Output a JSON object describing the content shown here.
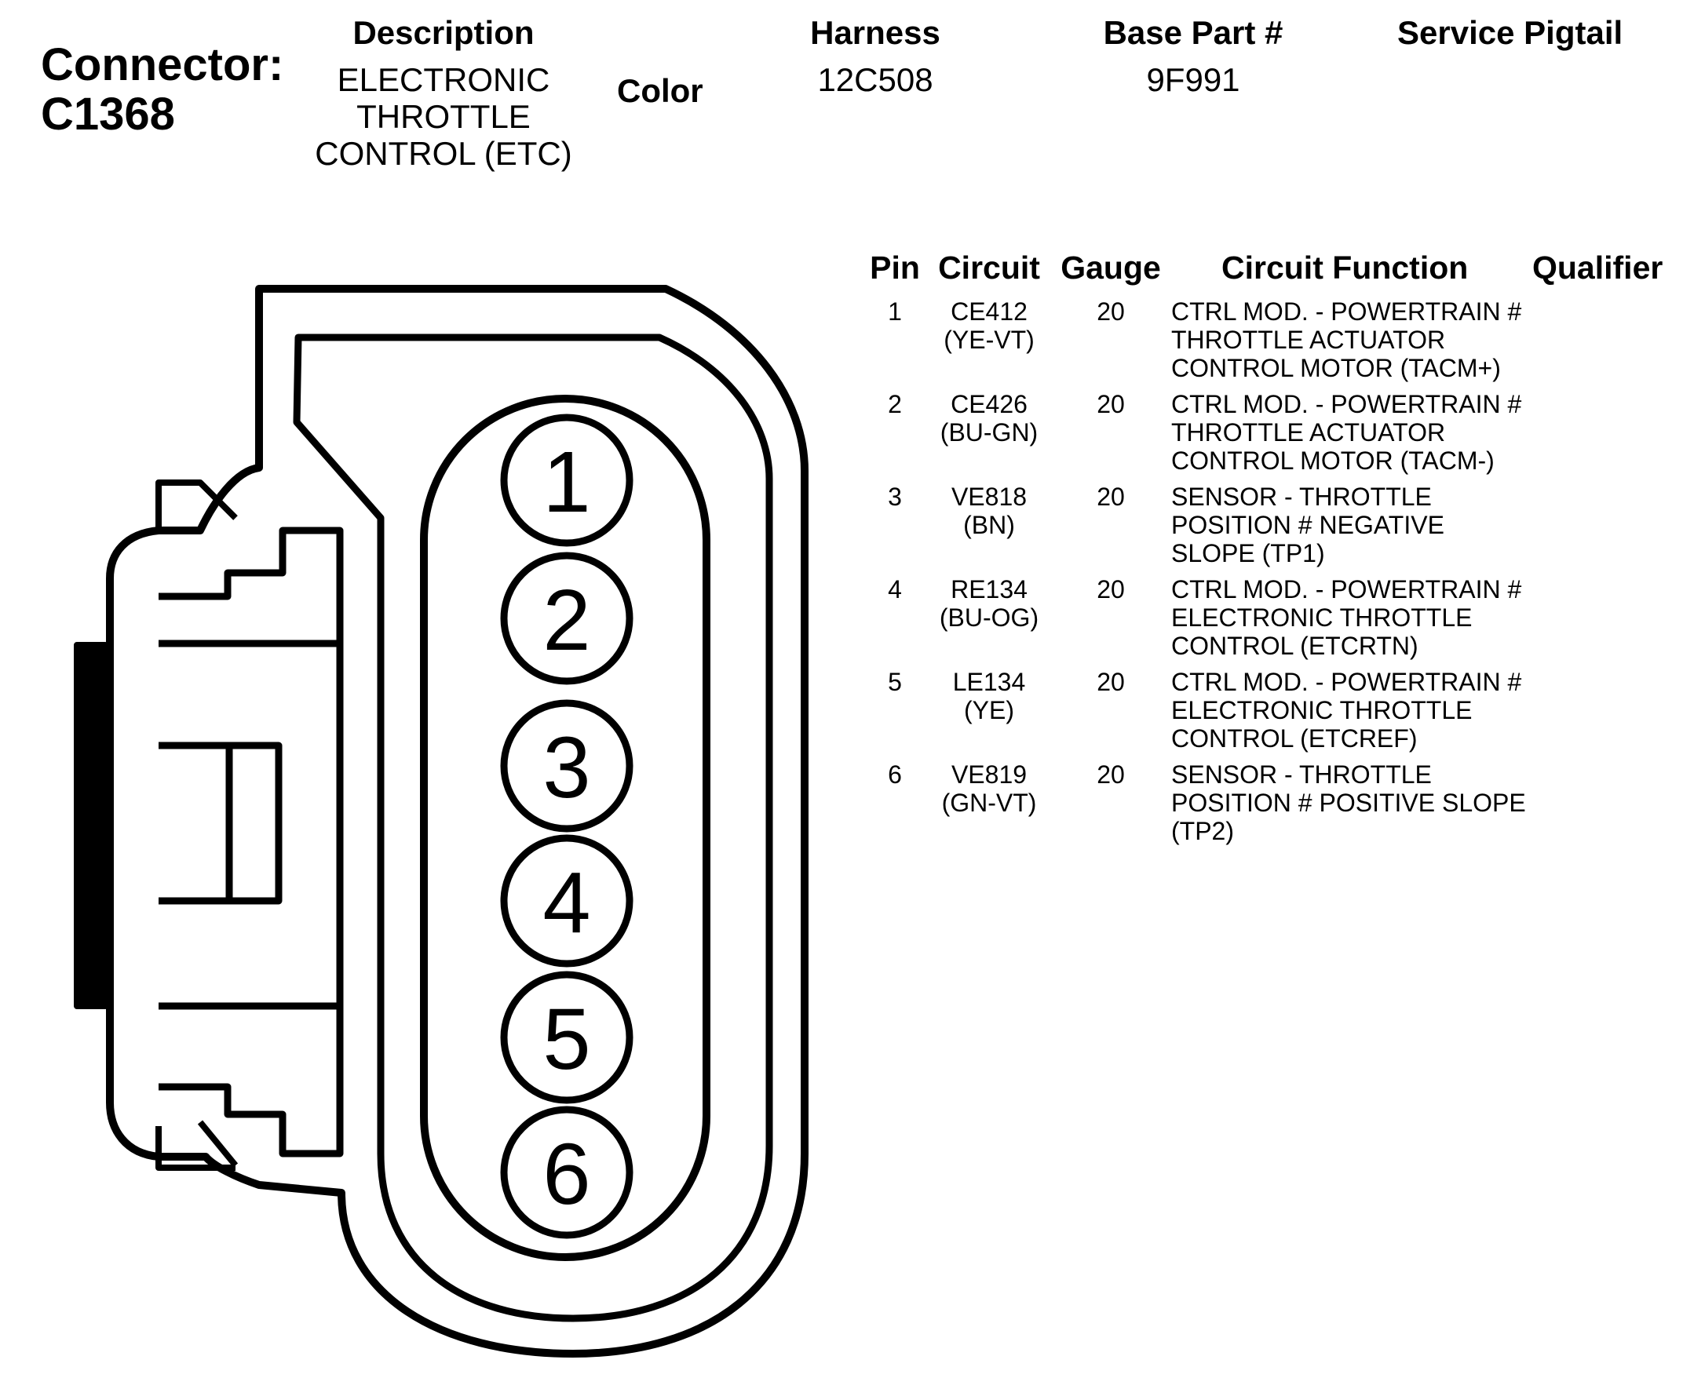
{
  "connector": {
    "label": "Connector:",
    "id": "C1368"
  },
  "header": {
    "description_label": "Description",
    "description_value": [
      "ELECTRONIC",
      "THROTTLE",
      "CONTROL (ETC)"
    ],
    "color_label": "Color",
    "harness_label": "Harness",
    "harness_value": "12C508",
    "base_part_label": "Base Part #",
    "base_part_value": "9F991",
    "service_pigtail_label": "Service Pigtail"
  },
  "table": {
    "columns": {
      "pin": "Pin",
      "circuit": "Circuit",
      "gauge": "Gauge",
      "function": "Circuit Function",
      "qualifier": "Qualifier"
    },
    "rows": [
      {
        "pin": "1",
        "circuit": "CE412",
        "color": "(YE-VT)",
        "gauge": "20",
        "function": [
          "CTRL MOD. - POWERTRAIN #",
          "THROTTLE ACTUATOR",
          "CONTROL MOTOR (TACM+)"
        ]
      },
      {
        "pin": "2",
        "circuit": "CE426",
        "color": "(BU-GN)",
        "gauge": "20",
        "function": [
          "CTRL MOD. - POWERTRAIN #",
          "THROTTLE ACTUATOR",
          "CONTROL MOTOR (TACM-)"
        ]
      },
      {
        "pin": "3",
        "circuit": "VE818",
        "color": "(BN)",
        "gauge": "20",
        "function": [
          "SENSOR - THROTTLE",
          "POSITION # NEGATIVE",
          "SLOPE (TP1)"
        ]
      },
      {
        "pin": "4",
        "circuit": "RE134",
        "color": "(BU-OG)",
        "gauge": "20",
        "function": [
          "CTRL MOD. - POWERTRAIN #",
          "ELECTRONIC THROTTLE",
          "CONTROL (ETCRTN)"
        ]
      },
      {
        "pin": "5",
        "circuit": "LE134",
        "color": "(YE)",
        "gauge": "20",
        "function": [
          "CTRL MOD. - POWERTRAIN #",
          "ELECTRONIC THROTTLE",
          "CONTROL (ETCREF)"
        ]
      },
      {
        "pin": "6",
        "circuit": "VE819",
        "color": "(GN-VT)",
        "gauge": "20",
        "function": [
          "SENSOR - THROTTLE",
          "POSITION # POSITIVE SLOPE",
          "(TP2)"
        ]
      }
    ]
  },
  "diagram": {
    "pin_labels": [
      "1",
      "2",
      "3",
      "4",
      "5",
      "6"
    ],
    "stroke_color": "#000000"
  }
}
